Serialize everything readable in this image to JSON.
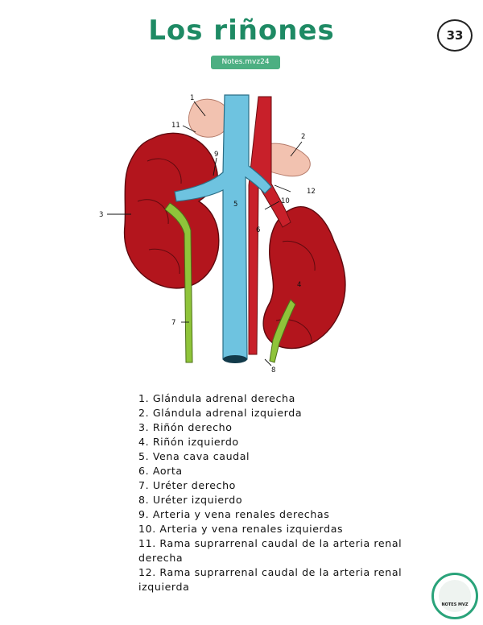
{
  "header": {
    "title": "Los riñones",
    "page_number": "33",
    "tag": "Notes.mvz24"
  },
  "figure": {
    "callouts": [
      "1",
      "2",
      "3",
      "4",
      "5",
      "6",
      "7",
      "8",
      "9",
      "10",
      "11",
      "12"
    ]
  },
  "legend": {
    "items": [
      "1. Glándula adrenal derecha",
      "2. Glándula adrenal izquierda",
      "3. Riñón derecho",
      "4. Riñón izquierdo",
      "5. Vena cava caudal",
      "6. Aorta",
      "7. Uréter derecho",
      "8. Uréter izquierdo",
      "9. Arteria y vena renales derechas",
      "10. Arteria y vena renales izquierdas",
      "11. Rama suprarrenal caudal de la arteria renal derecha",
      "12. Rama suprarrenal caudal de la arteria renal izquierda"
    ]
  },
  "badge": {
    "text": "NOTES MVZ"
  },
  "colors": {
    "title": "#1e8a64",
    "tag_bg": "#4caf82",
    "kidney": "#b3151d",
    "vein": "#6ec3e0",
    "artery": "#c8202a",
    "ureter": "#8fc43a",
    "adrenal": "#f2c2b0"
  }
}
